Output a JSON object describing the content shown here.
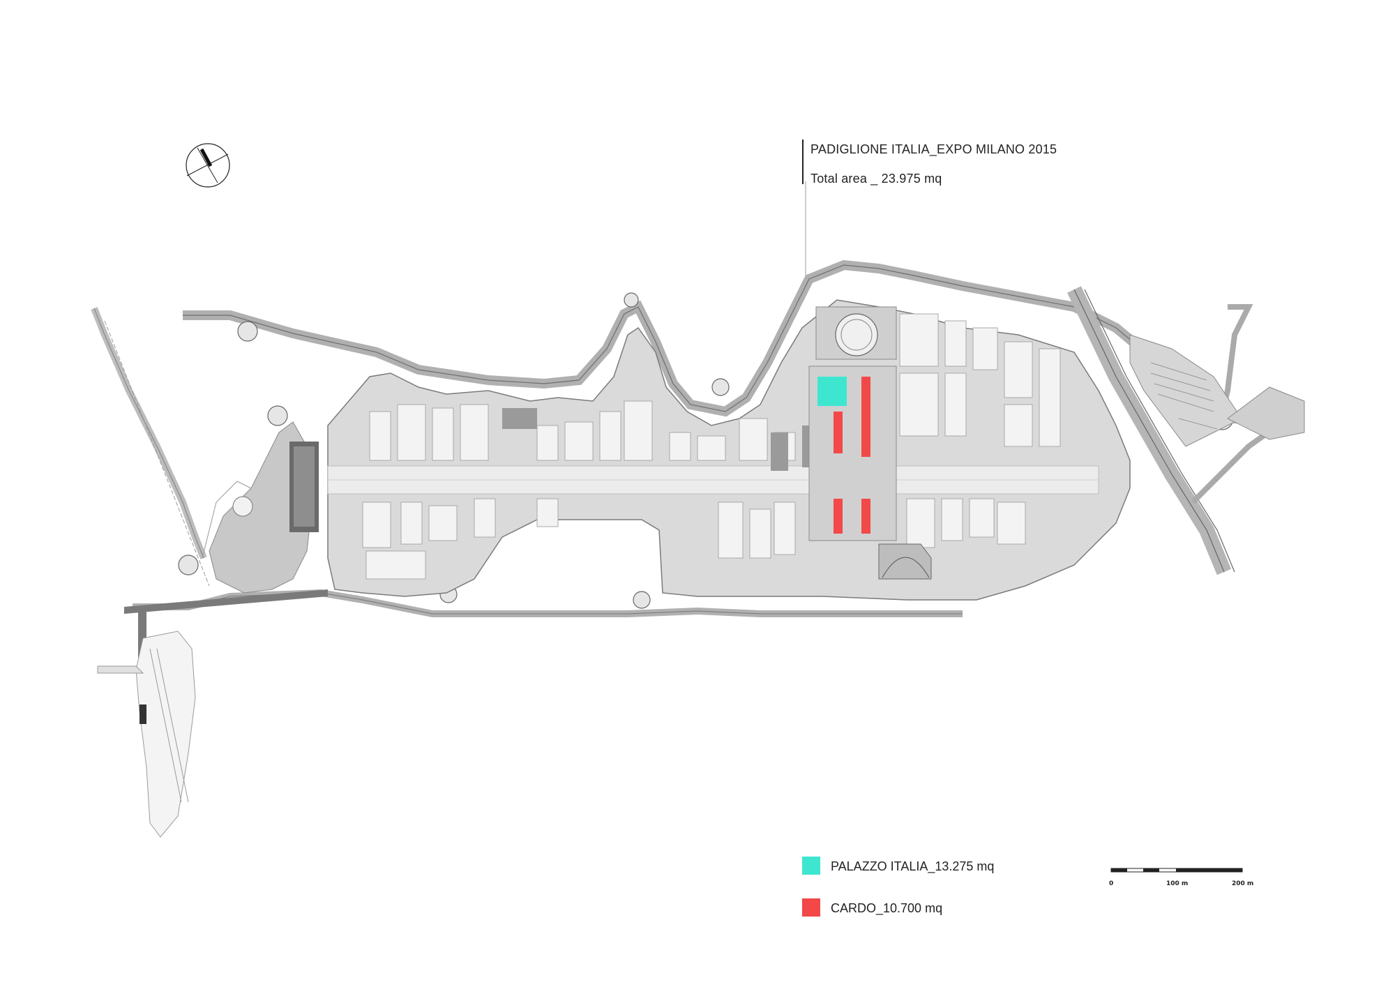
{
  "title": "PADIGLIONE ITALIA_EXPO MILANO 2015",
  "total_area": "Total area _ 23.975 mq",
  "legend": [
    {
      "label": "PALAZZO ITALIA_13.275 mq",
      "color": "#3ee6cf",
      "icon": "square-swatch"
    },
    {
      "label": "CARDO_10.700 mq",
      "color": "#f24848",
      "icon": "square-swatch"
    }
  ],
  "scale_bar": {
    "labels": [
      "0",
      "100 m",
      "200 m"
    ]
  },
  "colors": {
    "palazzo": "#3ee6cf",
    "cardo": "#f24848",
    "site_fill": "#d9d9d9",
    "decumano": "#ececec"
  },
  "north_arrow": {
    "icon": "compass-icon"
  }
}
